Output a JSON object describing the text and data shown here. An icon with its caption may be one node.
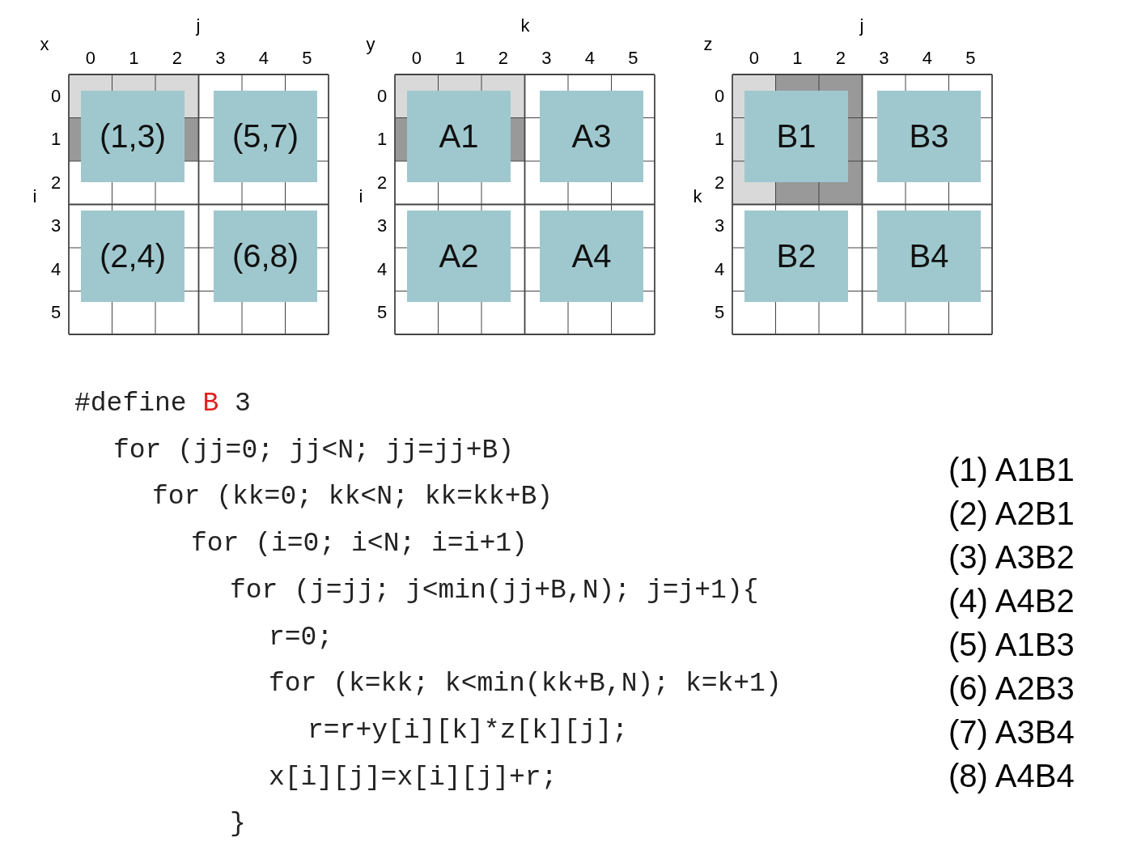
{
  "diagram": {
    "nodes": [
      {
        "text": [
          "(1,3)"
        ]
      },
      {
        "text": [
          "(5,7)"
        ]
      },
      {
        "text": [
          "(2,4)"
        ]
      },
      {
        "text": [
          "(6,8)"
        ]
      },
      {
        "text": [
          "A1"
        ]
      },
      {
        "text": [
          "A3"
        ]
      },
      {
        "text": [
          "A2"
        ]
      },
      {
        "text": [
          "A4"
        ]
      },
      {
        "text": [
          "B1"
        ]
      },
      {
        "text": [
          "B3"
        ]
      },
      {
        "text": [
          "B2"
        ]
      },
      {
        "text": [
          "B4"
        ]
      }
    ],
    "labels": [
      "x",
      "j",
      "0",
      "1",
      "2",
      "3",
      "4",
      "5",
      "i",
      "0",
      "1",
      "2",
      "3",
      "4",
      "5",
      "y",
      "k",
      "0",
      "1",
      "2",
      "3",
      "4",
      "5",
      "i",
      "0",
      "1",
      "2",
      "3",
      "4",
      "5",
      "z",
      "j",
      "0",
      "1",
      "2",
      "3",
      "4",
      "5",
      "k",
      "0",
      "1",
      "2",
      "3",
      "4",
      "5",
      "#define B 3",
      "for (jj=0; jj<N; jj=jj+B)",
      "for (kk=0; kk<N; kk=kk+B)",
      "for (i=0; i<N; i=i+1)",
      "for (j=jj; j<min(jj+B,N); j=j+1){",
      "r=0;",
      "for (k=kk; k<min(kk+B,N); k=k+1)",
      "r=r+y[i][k]*z[k][j];",
      "x[i][j]=x[i][j]+r;",
      "}",
      "(1) A1B1",
      "(2) A2B1",
      "(3) A3B2",
      "(4) A4B2",
      "(5) A1B3",
      "(6) A2B3",
      "(7) A3B4",
      "(8) A4B4"
    ]
  }
}
